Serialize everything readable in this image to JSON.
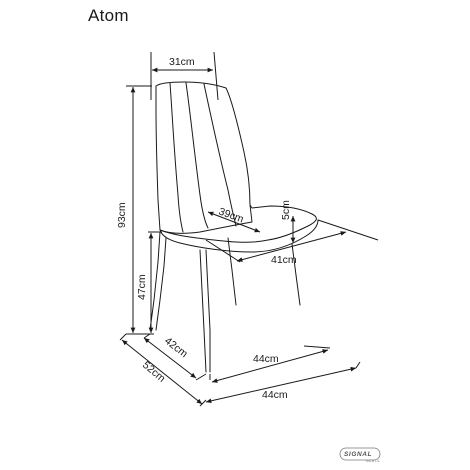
{
  "product": {
    "name": "Atom"
  },
  "dimensions": {
    "backrest_width": "31cm",
    "total_height": "93cm",
    "seat_height": "47cm",
    "seat_depth": "39cm",
    "seat_thickness": "5cm",
    "seat_width": "41cm",
    "legs_depth": "42cm",
    "legs_width": "44cm",
    "total_depth": "52cm",
    "total_width": "44cm"
  },
  "brand": {
    "name": "SIGNAL",
    "tagline": "MEBLE"
  }
}
